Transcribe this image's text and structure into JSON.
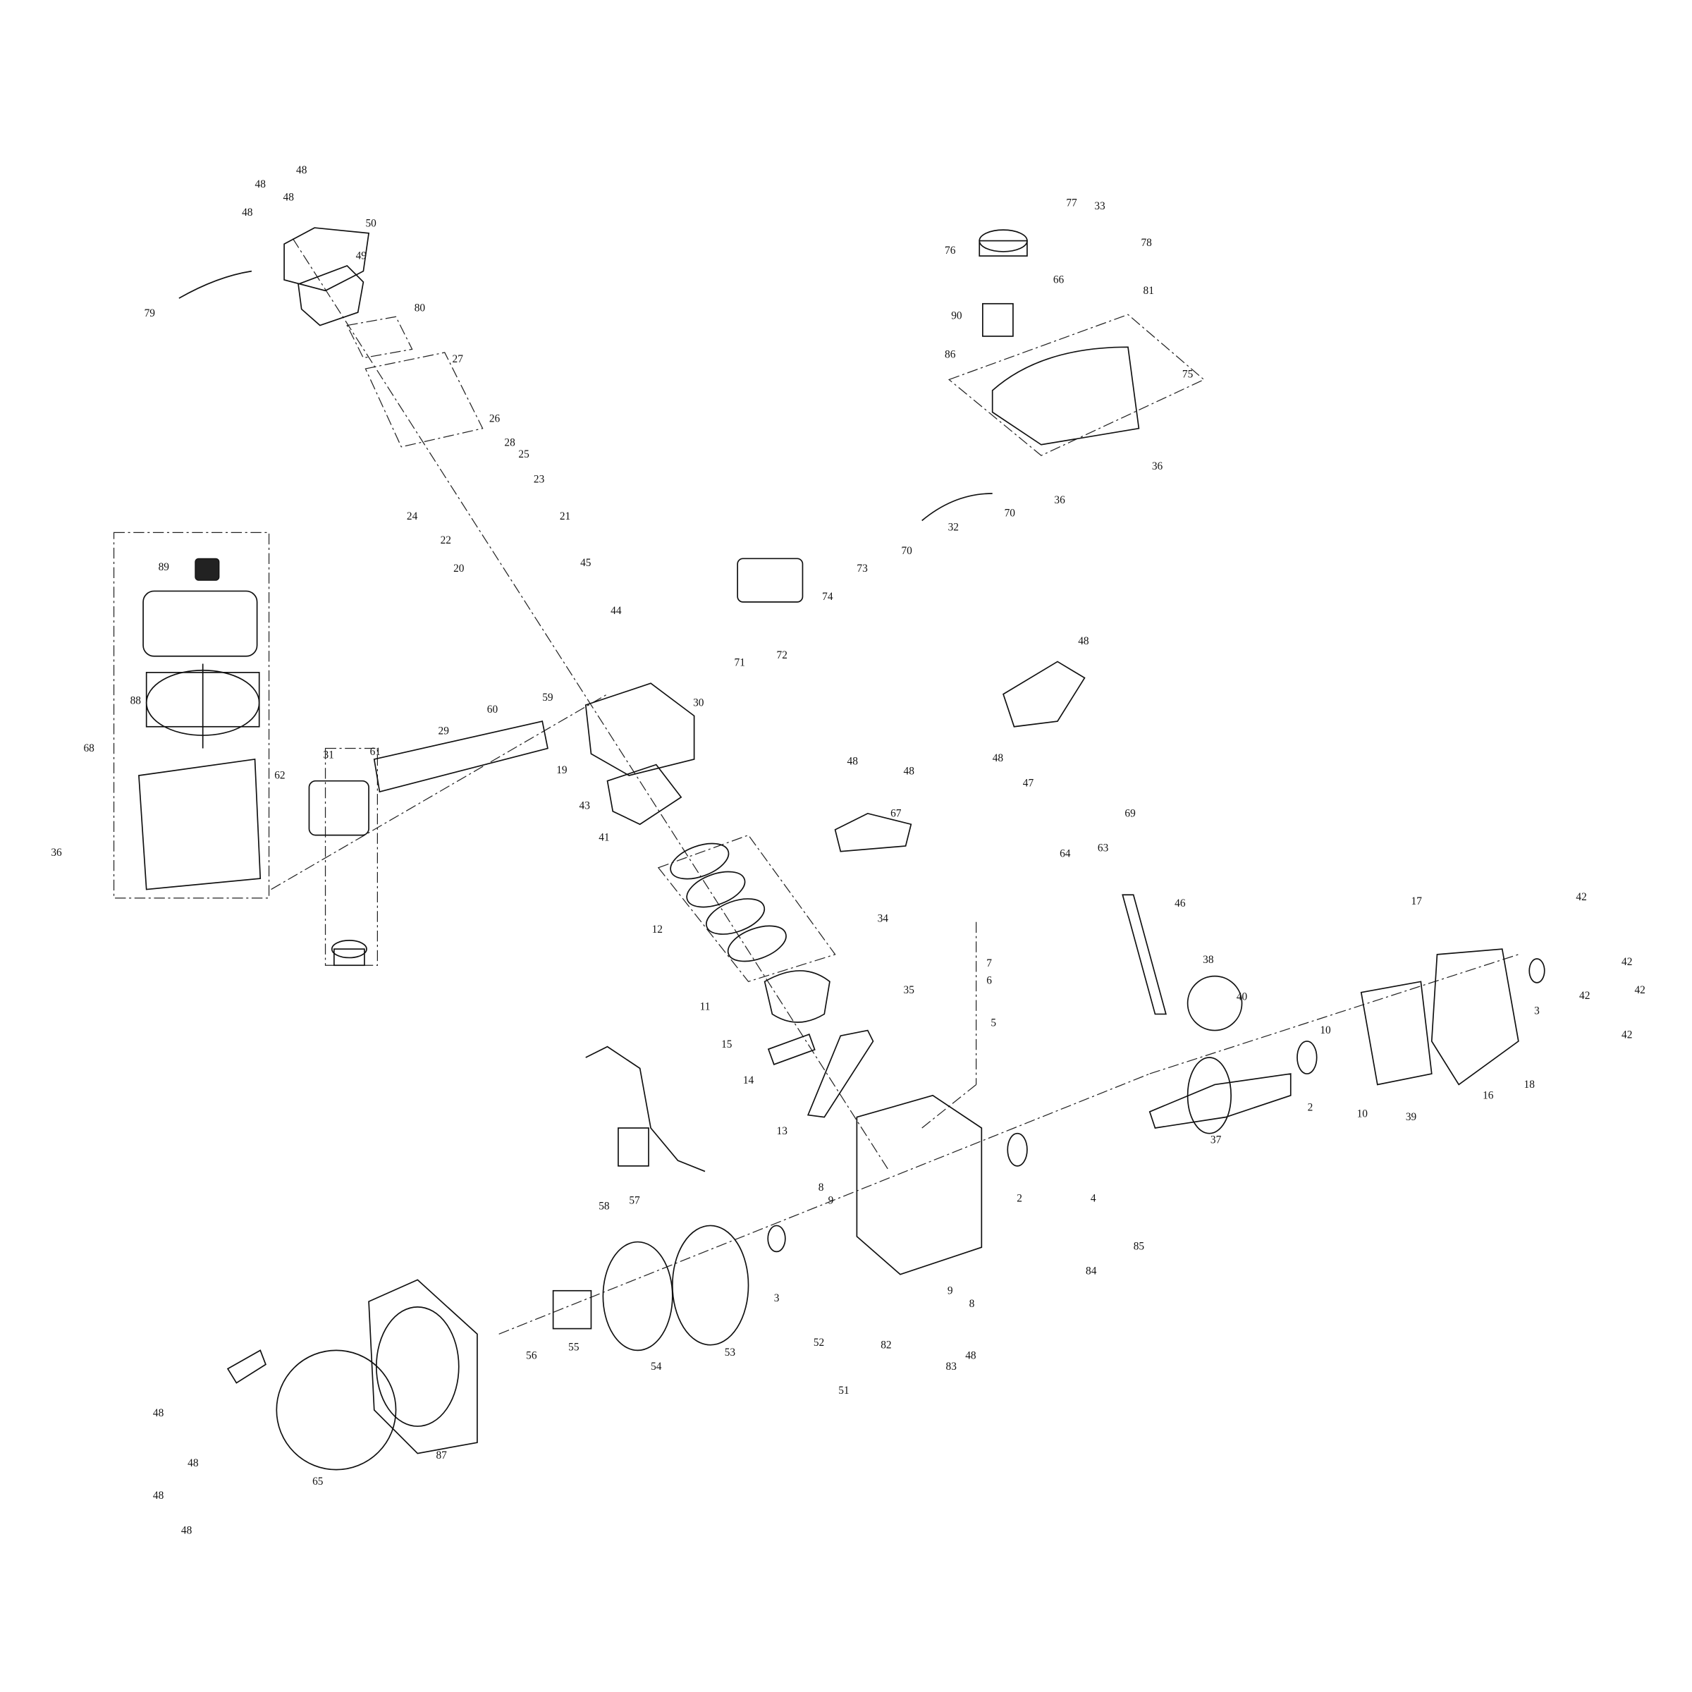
{
  "diagram": {
    "type": "exploded-parts-view",
    "labels": [
      "48",
      "48",
      "48",
      "48",
      "50",
      "49",
      "79",
      "80",
      "27",
      "26",
      "28",
      "25",
      "23",
      "24",
      "21",
      "22",
      "45",
      "20",
      "44",
      "89",
      "88",
      "68",
      "36",
      "62",
      "31",
      "61",
      "29",
      "60",
      "59",
      "19",
      "43",
      "41",
      "30",
      "71",
      "72",
      "74",
      "73",
      "70",
      "32",
      "70",
      "76",
      "77",
      "33",
      "78",
      "66",
      "81",
      "90",
      "86",
      "75",
      "36",
      "36",
      "48",
      "48",
      "47",
      "48",
      "48",
      "67",
      "69",
      "64",
      "63",
      "12",
      "34",
      "7",
      "6",
      "35",
      "5",
      "46",
      "38",
      "40",
      "17",
      "42",
      "42",
      "42",
      "42",
      "42",
      "3",
      "18",
      "16",
      "39",
      "10",
      "10",
      "2",
      "37",
      "11",
      "15",
      "14",
      "13",
      "58",
      "57",
      "8",
      "9",
      "2",
      "4",
      "85",
      "84",
      "9",
      "8",
      "3",
      "56",
      "55",
      "54",
      "53",
      "52",
      "82",
      "83",
      "48",
      "51",
      "48",
      "48",
      "48",
      "48",
      "65",
      "87"
    ]
  }
}
